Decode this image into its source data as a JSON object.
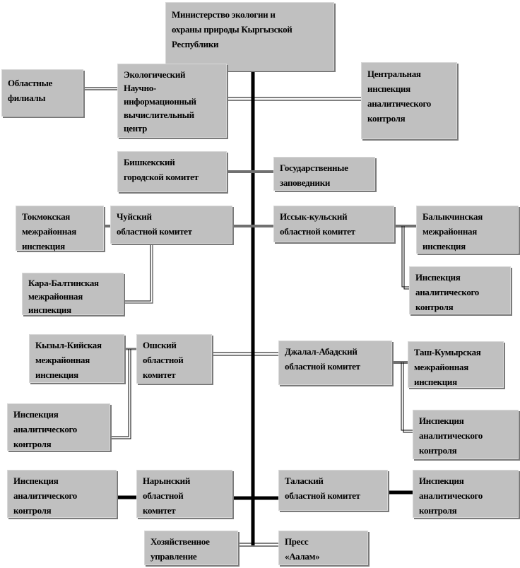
{
  "title": "Министерство экологии и охраны природы Кыргызской Республики",
  "boxes": {
    "ministry": "      Министерство экологии и\nохраны природы Кыргызской\nРеспублики",
    "oblast_branches": "Областные\nфилиалы",
    "eco_center": " Экологический\nНаучно-\nинформационный\nвычислительный\nцентр",
    "central_inspection": "Центральная\nинспекция\nаналитического\nконтроля",
    "bishkek": "     Бишкекский\nгородской комитет",
    "reserves": "Государственные\nзаповедники",
    "tokmok": "Токмокская\nмежрайонная\nинспекция",
    "chui": "        Чуйский\nобластной комитет",
    "issyk_kul": "Иссык-кульский\nобластной комитет",
    "balykchy": "Балыкчинская\nмежрайонная\nинспекция",
    "issyk_inspection": "Инспекция\nаналитического\nконтроля",
    "kara_balta": "Кара-Балтинская\nмежрайонная\nинспекция",
    "kyzyl_kiya": "Кызыл-Кийская\nмежрайонная\nинспекция",
    "osh": "Ошский\nобластной\nкомитет",
    "jalal_abad": "Джалал-Абадский\nобластной комитет",
    "tash_kumyr": "Таш-Кумырская\nмежрайонная\nинспекция",
    "osh_inspection": "Инспекция\nаналитического\nконтроля",
    "ja_inspection": "Инспекция\nаналитического\nконтроля",
    "naryn_inspection": "Инспекция\nаналитического\nконтроля",
    "naryn": "Нарынский\nобластной\nкомитет",
    "talas": "       Талаский\nобластной комитет",
    "talas_inspection": "Инспекция\nаналитического\nконтроля",
    "household": "Хозяйственное\nуправление",
    "press": "Пресс\n«Аалам»"
  }
}
